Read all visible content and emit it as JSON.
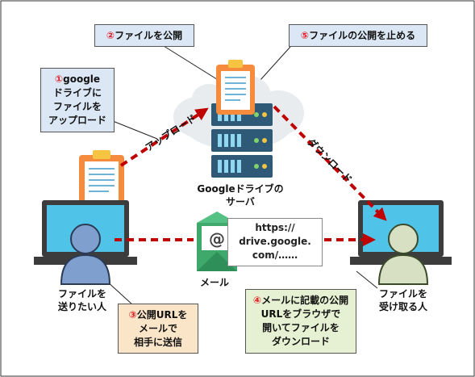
{
  "boxes": {
    "step1": {
      "num": "①",
      "text": "google\nドライブに\nファイルを\nアップロード"
    },
    "step2": {
      "num": "②",
      "text": "ファイルを公開"
    },
    "step3": {
      "num": "③",
      "text": "公開URLを\nメールで\n相手に送信"
    },
    "step4": {
      "num": "④",
      "text": "メールに記載の公開\nURLをブラウザで\n開いてファイルを\nダウンロード"
    },
    "step5": {
      "num": "⑤",
      "text": "ファイルの公開を止める"
    }
  },
  "labels": {
    "server": "Googleドライブの\nサーバ",
    "sender": "ファイルを\n送りたい人",
    "receiver": "ファイルを\n受け取る人",
    "mail": "メール",
    "upload": "アップロード",
    "download": "ダウンロード",
    "url": "https://\ndrive.google.\ncom/……"
  },
  "colors": {
    "arrow": "#c00000",
    "box_blue": "#dbe7f5",
    "box_orange": "#fbe5c8",
    "box_green": "#e6f0d2",
    "screen": "#4fc3e8",
    "sender_person": "#7f9fcf",
    "receiver_person": "#d7e0c2",
    "server": "#2e5a78",
    "clipboard": "#f58b3c"
  },
  "icons": [
    "document-clipboard-icon",
    "server-icon",
    "laptop-icon",
    "person-icon",
    "email-envelope-icon",
    "cloud-icon"
  ]
}
